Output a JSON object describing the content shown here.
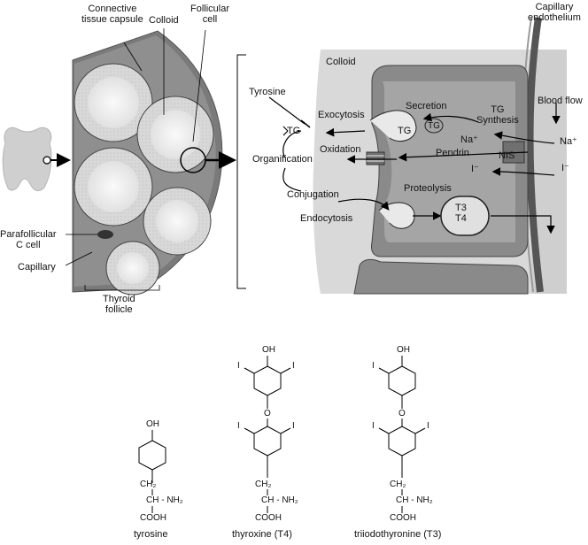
{
  "left_panel": {
    "connective_tissue_capsule": "Connective\ntissue capsule",
    "colloid": "Colloid",
    "follicular_cell": "Follicular\ncell",
    "parafollicular_c_cell": "Parafollicular\nC cell",
    "capillary": "Capillary",
    "thyroid_follicle": "Thyroid\nfollicle"
  },
  "right_panel": {
    "capillary_endothelium": "Capillary\nendothelium",
    "colloid": "Colloid",
    "tyrosine": "Tyrosine",
    "exocytosis": "Exocytosis",
    "tg_left": "TG",
    "tg_vesicle": "TG",
    "tg_circle": "TG",
    "secretion": "Secretion",
    "tg_synthesis": "TG\nSynthesis",
    "blood_flow": "Blood flow",
    "na_in": "Na⁺",
    "na_out": "Na⁺",
    "oxidation": "Oxidation",
    "organification": "Organification",
    "pendrin": "Pendrin",
    "nis": "NIS",
    "iodide_in": "I⁻",
    "iodide_out": "I⁻",
    "conjugation": "Conjugation",
    "proteolysis": "Proteolysis",
    "endocytosis": "Endocytosis",
    "t3_t4": "T3\nT4"
  },
  "molecules": [
    {
      "name": "tyrosine"
    },
    {
      "name": "thyroxine (T4)"
    },
    {
      "name": "triiodothyronine (T3)"
    }
  ],
  "chem": {
    "oh": "OH",
    "o": "O",
    "i": "I",
    "ch2": "CH₂",
    "ch_nh2": "CH - NH₂",
    "cooh": "COOH"
  }
}
